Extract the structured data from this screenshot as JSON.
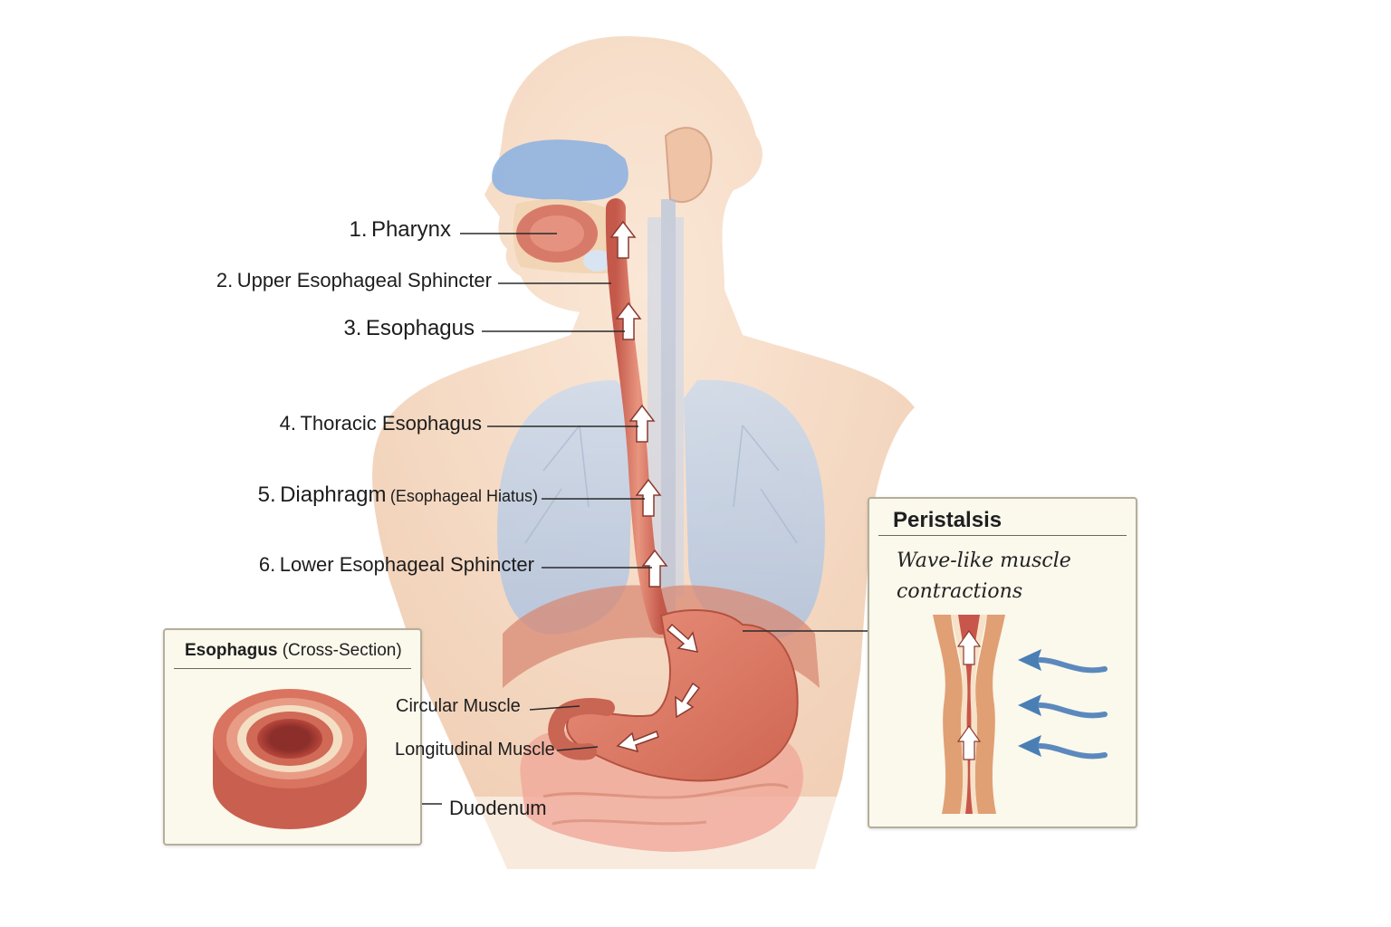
{
  "labels": [
    {
      "number": "1.",
      "text": "Pharynx",
      "note": ""
    },
    {
      "number": "2.",
      "text": "Upper Esophageal Sphincter",
      "note": ""
    },
    {
      "number": "3.",
      "text": "Esophagus",
      "note": ""
    },
    {
      "number": "4.",
      "text": "Thoracic Esophagus",
      "note": ""
    },
    {
      "number": "5.",
      "text": "Diaphragm",
      "note": "(Esophageal Hiatus)"
    },
    {
      "number": "6.",
      "text": "Lower Esophageal Sphincter",
      "note": ""
    }
  ],
  "cross_section": {
    "title": "Esophagus",
    "subtitle": "(Cross-Section)",
    "labels": [
      "Circular Muscle",
      "Longitudinal Muscle",
      "Duodenum"
    ]
  },
  "peristalsis": {
    "title": "Peristalsis",
    "description_line1": "Wave-like muscle",
    "description_line2": "contractions"
  },
  "colors": {
    "skin": "#f6dcc6",
    "muscle": "#d9705c",
    "lung": "#a9c4e4",
    "arrow_blue": "#4a7fb5",
    "panel_bg": "#fbf8ec"
  }
}
